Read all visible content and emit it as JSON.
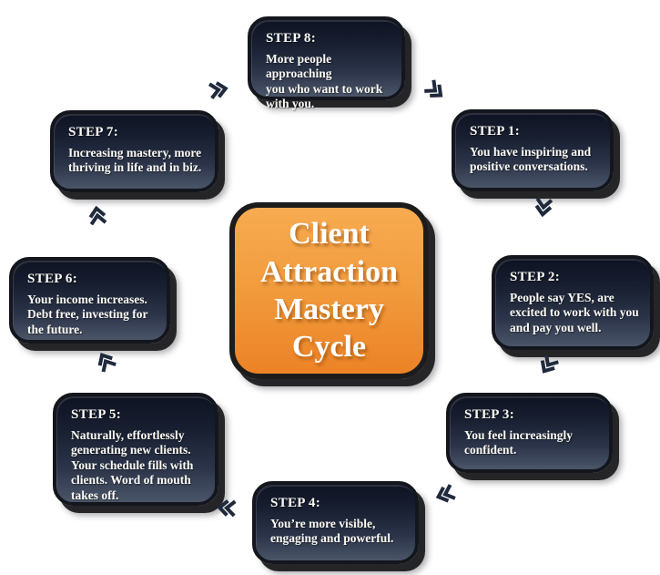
{
  "diagram": {
    "title": "Client\nAttraction\nMastery\nCycle",
    "steps": [
      {
        "label": "STEP 1:",
        "text": "You have inspiring and\npositive conversations."
      },
      {
        "label": "STEP 2:",
        "text": "People say YES, are\nexcited to work with you\nand pay you well."
      },
      {
        "label": "STEP 3:",
        "text": "You feel increasingly\nconfident."
      },
      {
        "label": "STEP 4:",
        "text": "You’re more visible,\nengaging and powerful."
      },
      {
        "label": "STEP 5:",
        "text": "Naturally, effortlessly\ngenerating new clients.\nYour schedule fills with\nclients. Word of mouth\ntakes off."
      },
      {
        "label": "STEP 6:",
        "text": "Your income increases.\nDebt free, investing for\nthe future."
      },
      {
        "label": "STEP 7:",
        "text": "Increasing mastery, more\nthriving in life and in biz."
      },
      {
        "label": "STEP 8:",
        "text": "More people approaching\nyou who want to work\nwith you."
      }
    ],
    "arrow_icon": "double-chevron",
    "flow_direction": "clockwise",
    "colors": {
      "background": "#ffffff",
      "step_box_top": "#0e1322",
      "step_box_bottom": "#4b5568",
      "step_box_border": "#14161d",
      "center_box_top": "#f8ab51",
      "center_box_bottom": "#ec8226",
      "center_box_border": "#1c1c1c",
      "arrow": "#202a3d",
      "text": "#ffffff"
    }
  }
}
